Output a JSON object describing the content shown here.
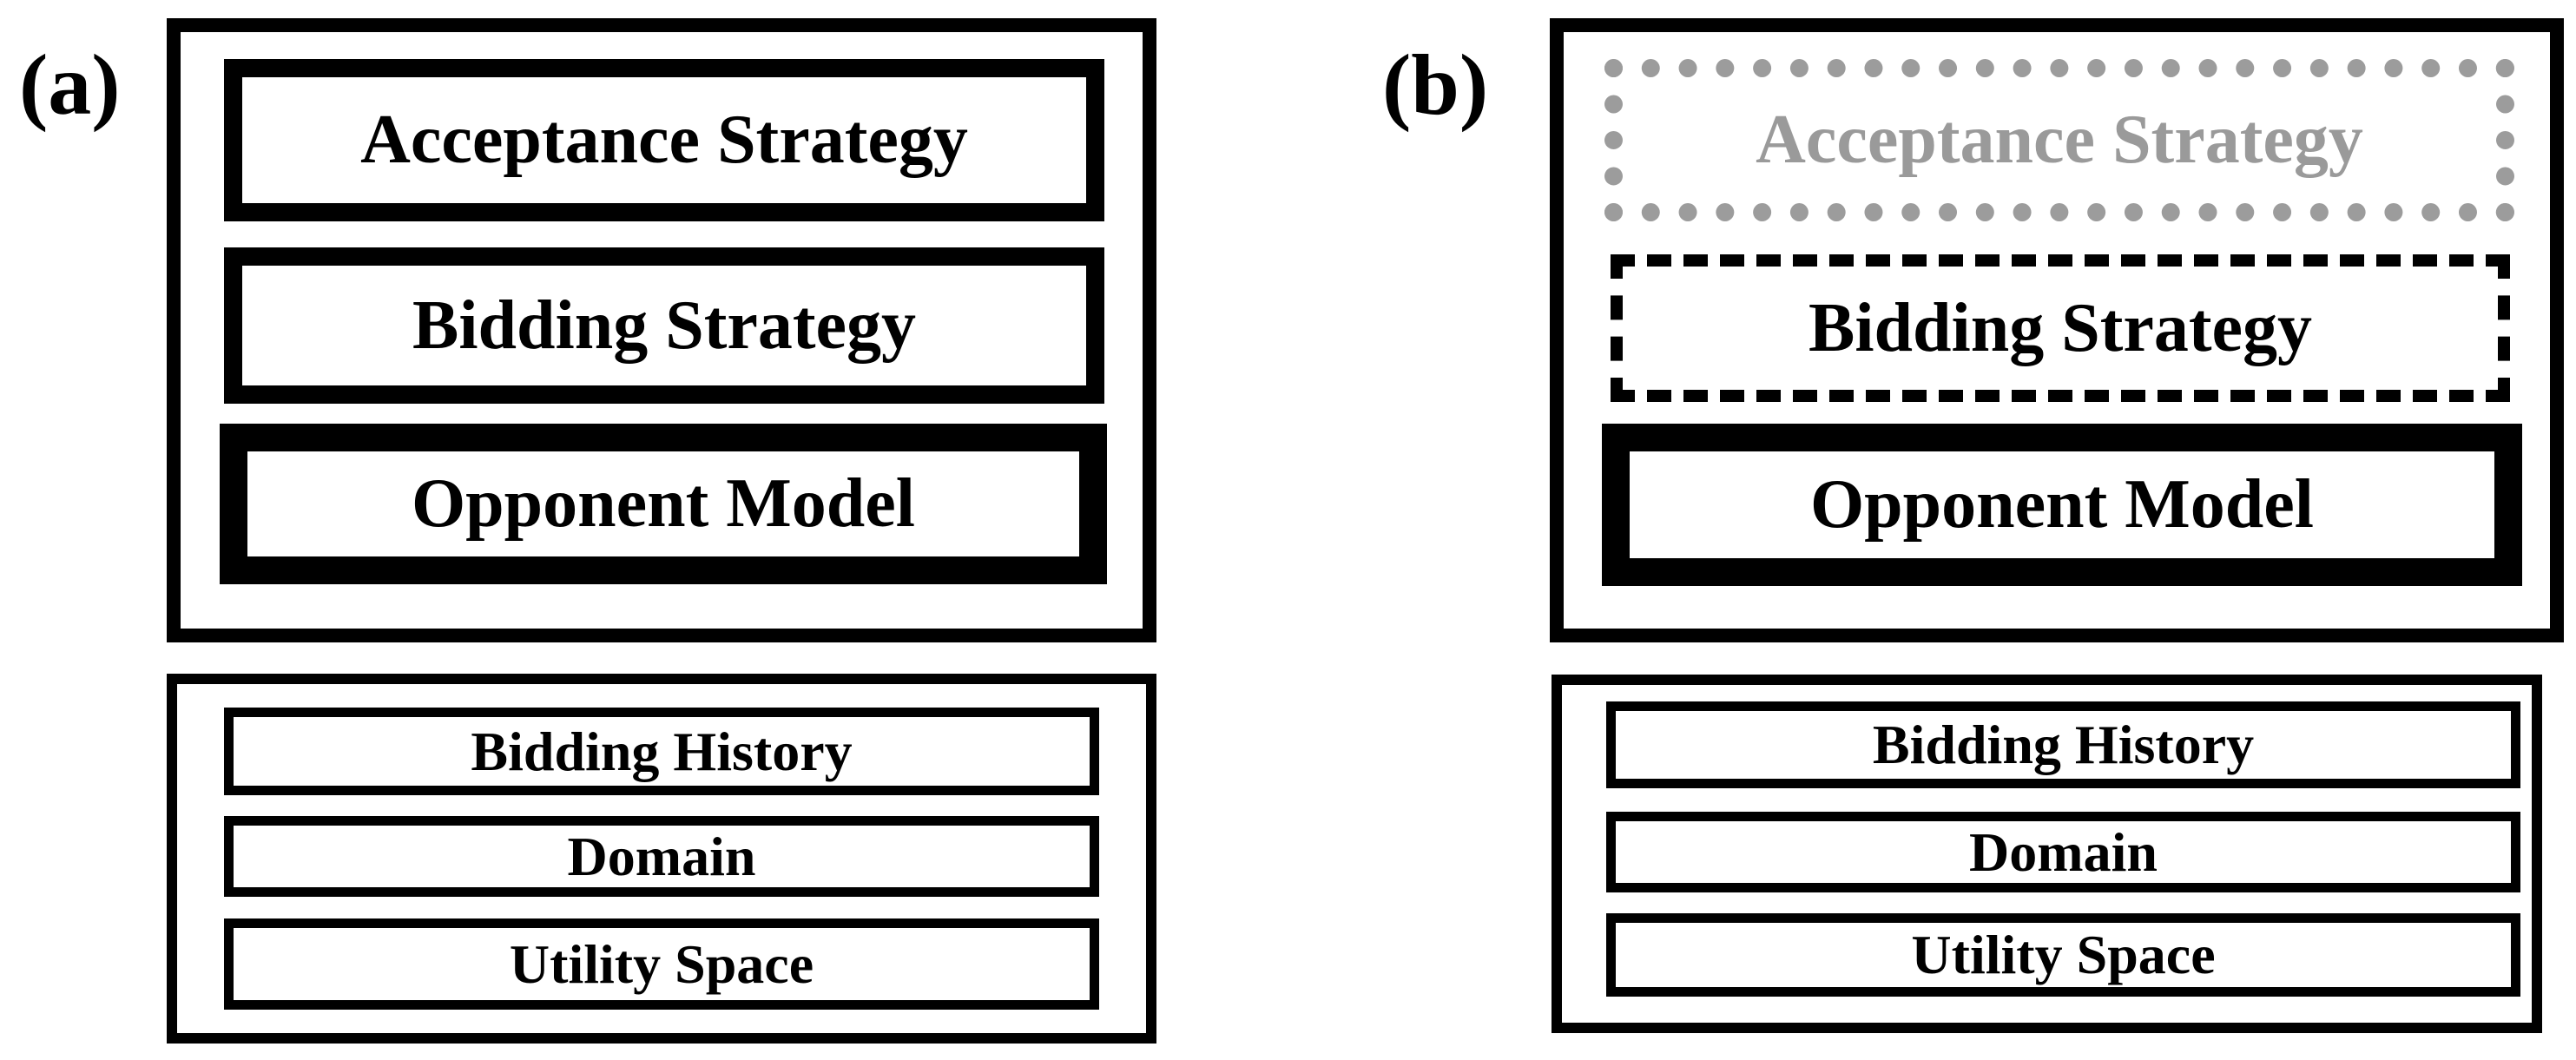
{
  "figure": {
    "type": "architecture-diagram",
    "colors": {
      "black": "#000000",
      "gray_border": "#9c9c9c",
      "gray_text": "#9a9a9a",
      "background": "#ffffff"
    }
  },
  "panels": [
    {
      "label": "(a)",
      "agent_stack": [
        {
          "text": "Acceptance Strategy",
          "border_style": "solid-black"
        },
        {
          "text": "Bidding Strategy",
          "border_style": "solid-black"
        },
        {
          "text": "Opponent Model",
          "border_style": "solid-black-extra-thick"
        }
      ],
      "resource_stack": [
        {
          "text": "Bidding History"
        },
        {
          "text": "Domain"
        },
        {
          "text": "Utility Space"
        }
      ]
    },
    {
      "label": "(b)",
      "agent_stack": [
        {
          "text": "Acceptance Strategy",
          "border_style": "dotted-gray"
        },
        {
          "text": "Bidding Strategy",
          "border_style": "dashed-black"
        },
        {
          "text": "Opponent Model",
          "border_style": "solid-black-extra-thick"
        }
      ],
      "resource_stack": [
        {
          "text": "Bidding History"
        },
        {
          "text": "Domain"
        },
        {
          "text": "Utility Space"
        }
      ]
    }
  ]
}
